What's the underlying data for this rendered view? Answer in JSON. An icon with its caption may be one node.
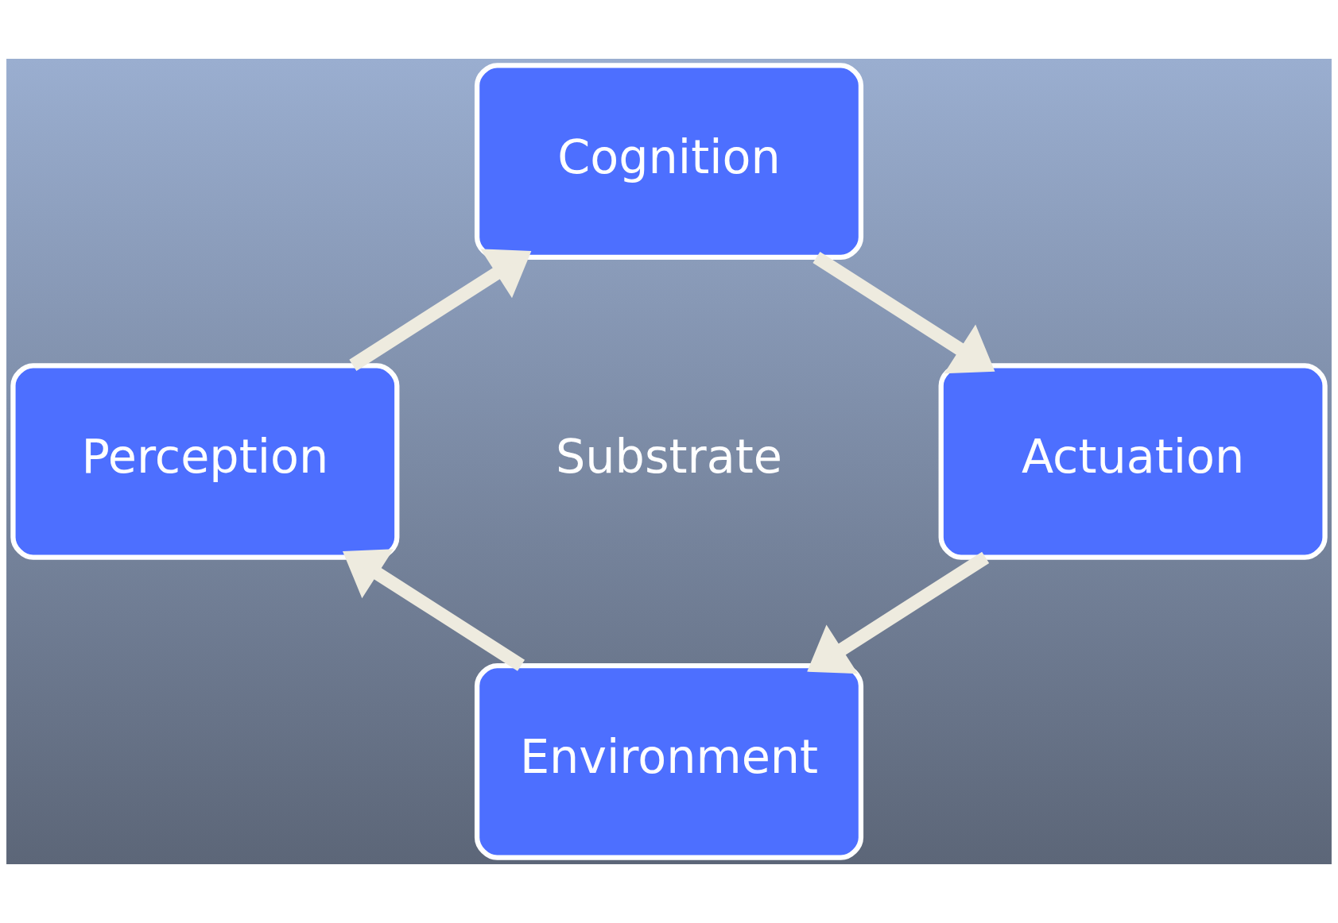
{
  "diagram": {
    "nodes": [
      {
        "text": [
          "Cognition"
        ]
      },
      {
        "text": [
          "Perception"
        ]
      },
      {
        "text": [
          "Actuation"
        ]
      },
      {
        "text": [
          "Environment"
        ]
      }
    ],
    "edges": [
      {
        "from": 1,
        "to": 0,
        "arrow": "to"
      },
      {
        "from": 0,
        "to": 2,
        "arrow": "to"
      },
      {
        "from": 2,
        "to": 3,
        "arrow": "to"
      },
      {
        "from": 3,
        "to": 1,
        "arrow": "to"
      }
    ],
    "labels": [
      "Substrate"
    ]
  }
}
